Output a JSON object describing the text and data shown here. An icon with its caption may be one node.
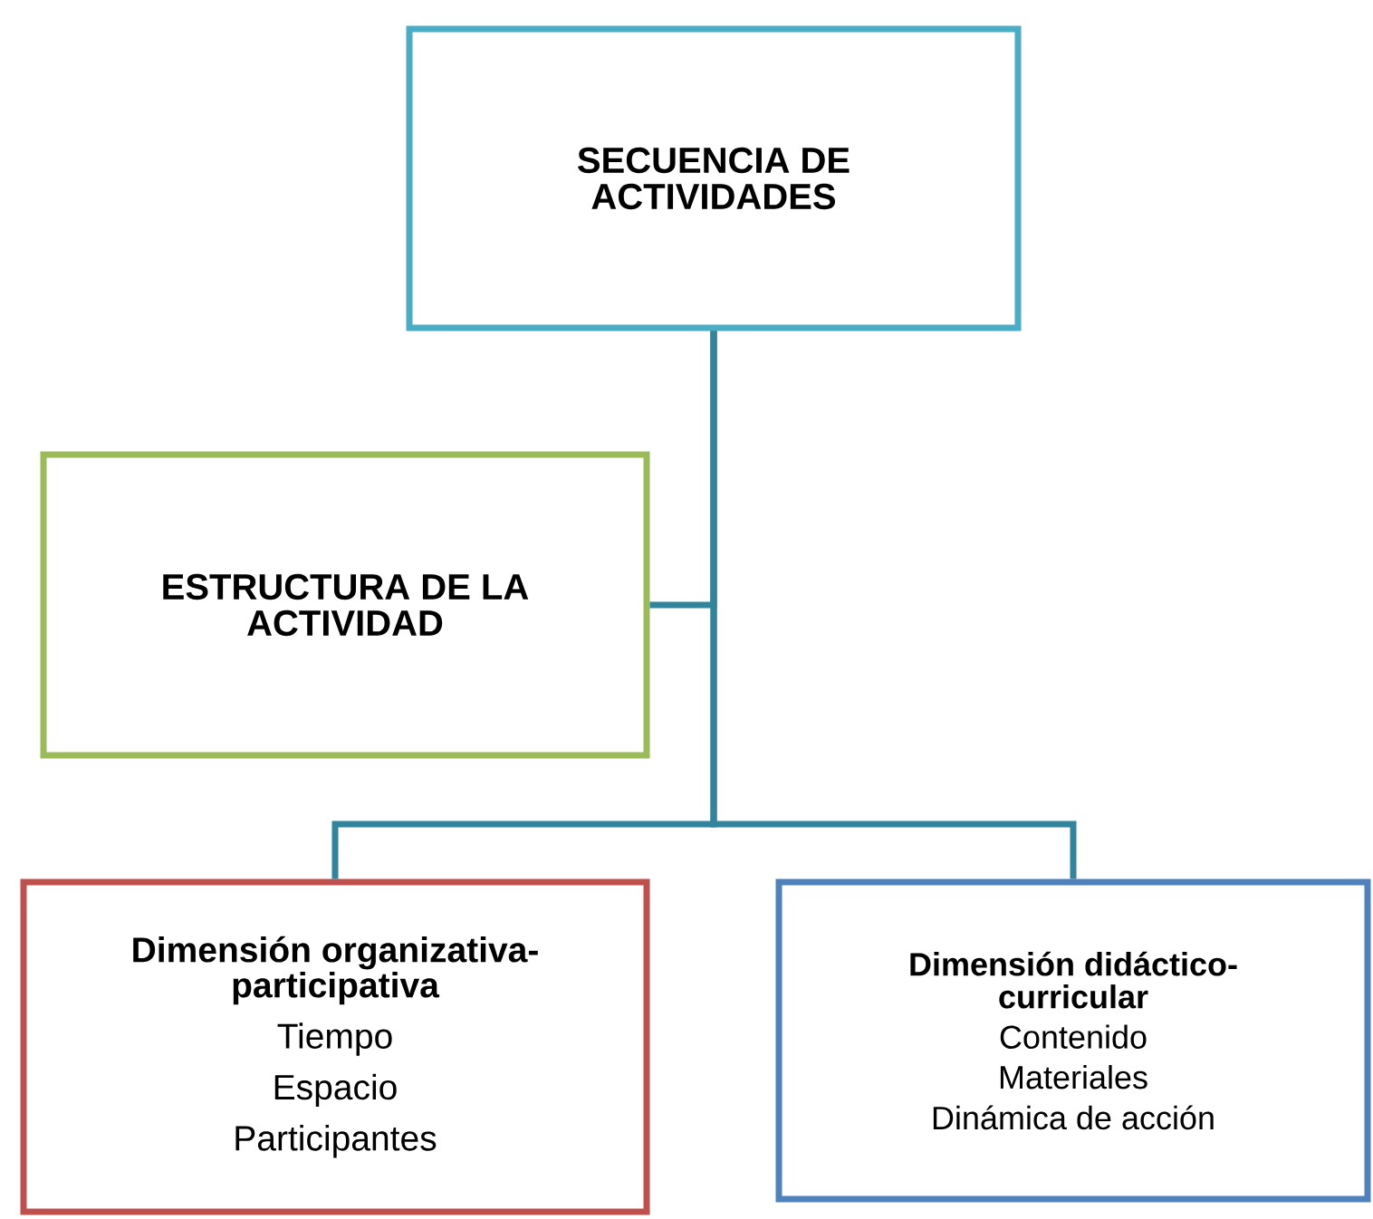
{
  "diagram": {
    "nodes": [
      {
        "text": [
          "SECUENCIA DE ACTIVIDADES"
        ]
      },
      {
        "text": [
          "ESTRUCTURA DE LA ACTIVIDAD"
        ]
      },
      {
        "text": [
          "Dimensión organizativa-participativa",
          "Tiempo",
          "Espacio",
          "Participantes"
        ]
      },
      {
        "text": [
          "Dimensión didáctico-curricular",
          "Contenido",
          "Materiales",
          "Dinámica de acción"
        ]
      }
    ],
    "edges": [
      {
        "from": 0,
        "to": 1,
        "arrow": "none"
      },
      {
        "from": 0,
        "to": 2,
        "arrow": "none"
      },
      {
        "from": 0,
        "to": 3,
        "arrow": "none"
      }
    ]
  }
}
